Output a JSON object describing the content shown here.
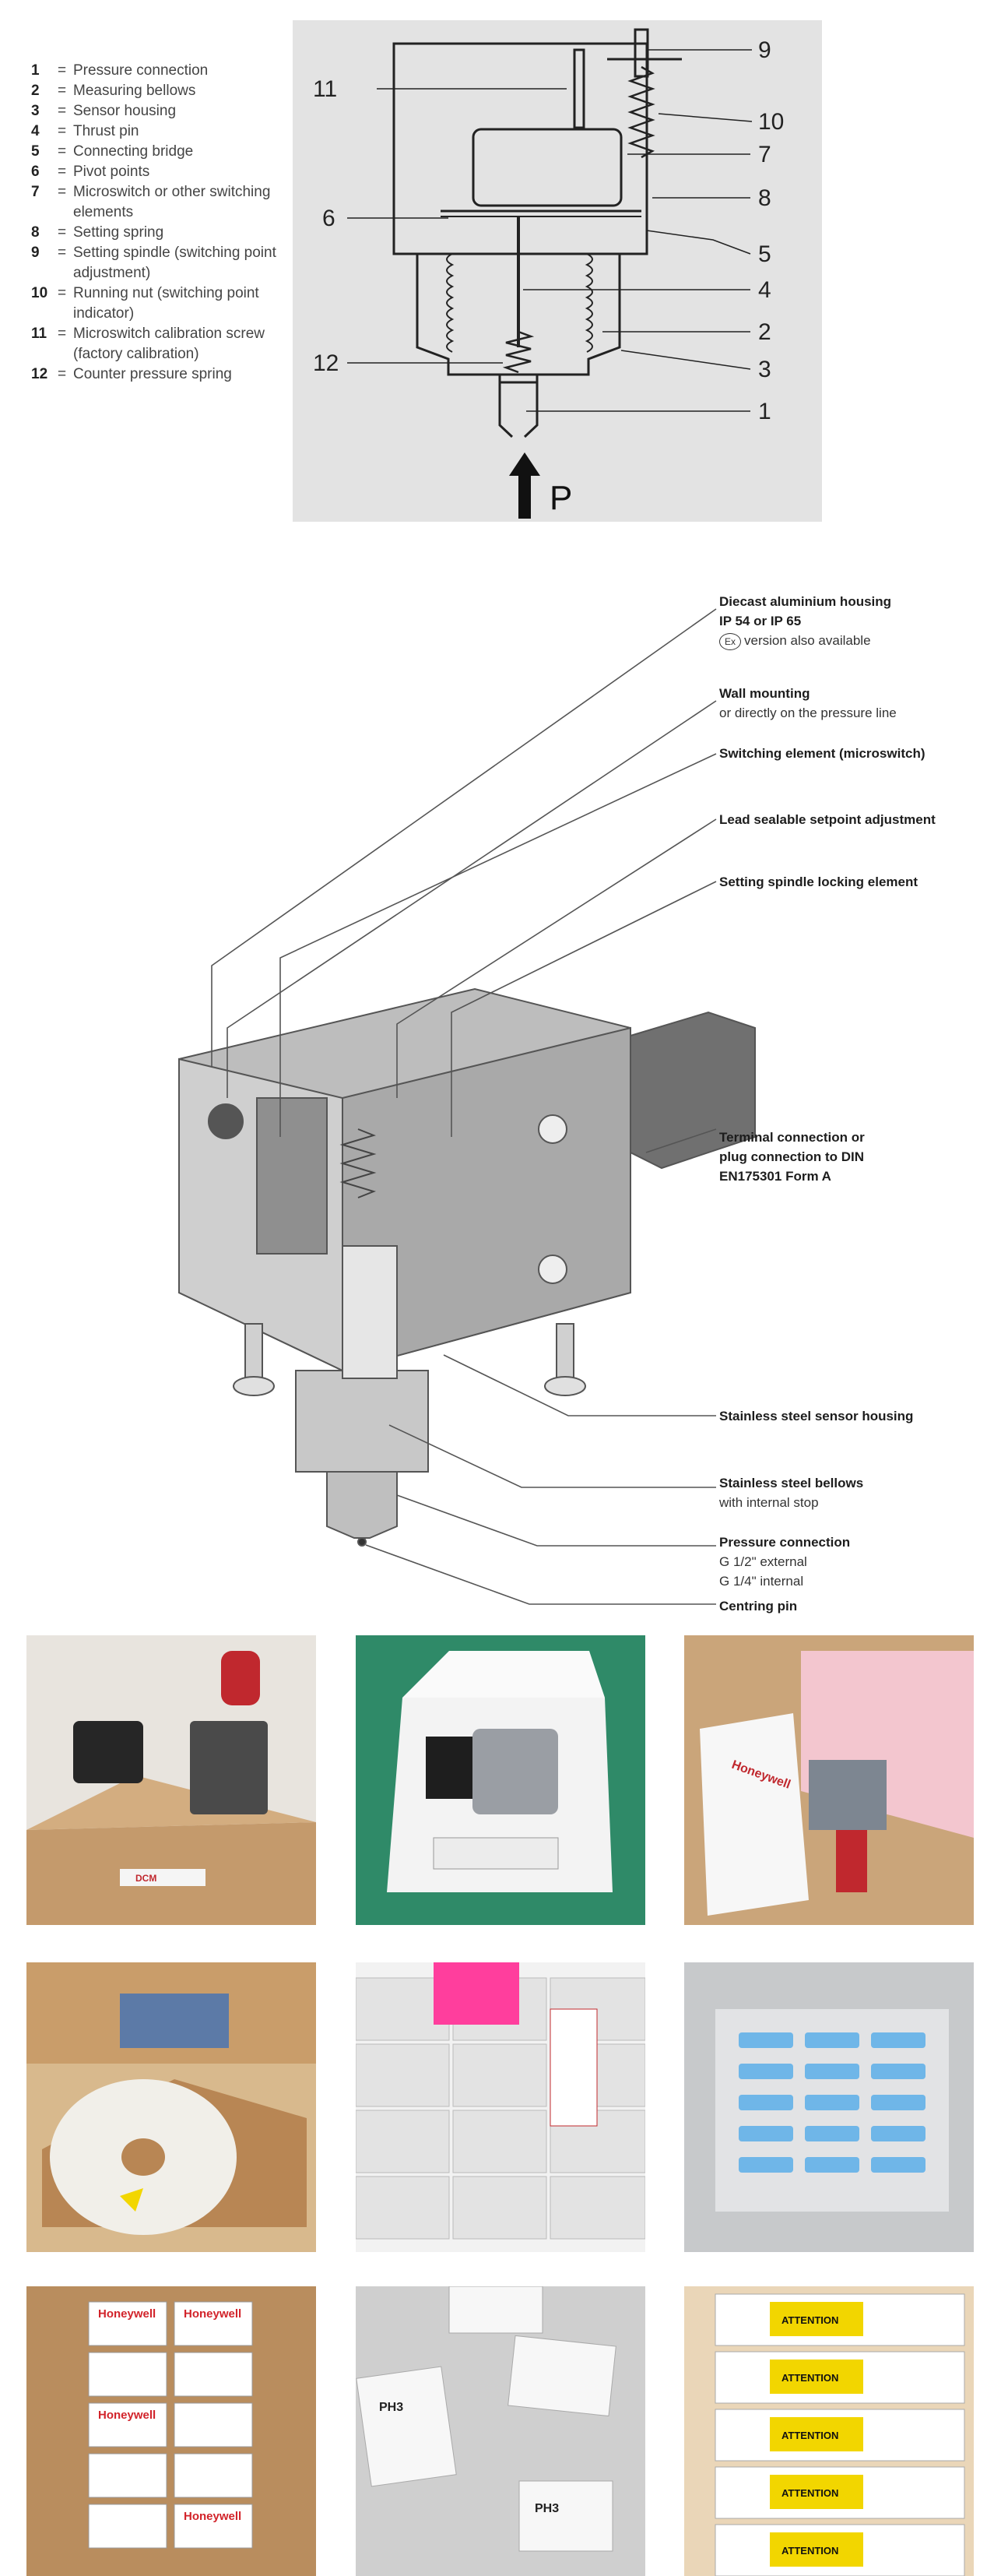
{
  "legend": [
    {
      "num": "1",
      "text": "Pressure connection"
    },
    {
      "num": "2",
      "text": "Measuring bellows"
    },
    {
      "num": "3",
      "text": "Sensor housing"
    },
    {
      "num": "4",
      "text": "Thrust pin"
    },
    {
      "num": "5",
      "text": "Connecting bridge"
    },
    {
      "num": "6",
      "text": "Pivot points"
    },
    {
      "num": "7",
      "text": "Microswitch or other switching elements"
    },
    {
      "num": "8",
      "text": "Setting spring"
    },
    {
      "num": "9",
      "text": "Setting spindle (switching point adjustment)"
    },
    {
      "num": "10",
      "text": "Running nut (switching point indicator)"
    },
    {
      "num": "11",
      "text": "Microswitch calibration screw (factory calibration)"
    },
    {
      "num": "12",
      "text": "Counter pressure spring"
    }
  ],
  "schematic": {
    "equals": "=",
    "callouts": [
      "9",
      "11",
      "10",
      "7",
      "8",
      "6",
      "5",
      "4",
      "2",
      "12",
      "3",
      "1"
    ],
    "pressure_label": "P"
  },
  "cutaway": {
    "housing_title": "Diecast aluminium housing",
    "housing_ip": "IP 54 or IP 65",
    "ex_badge": "Ex",
    "housing_ex": "version also available",
    "wall_title": "Wall mounting",
    "wall_sub": "or directly on the pressure line",
    "switching_title": "Switching element (microswitch)",
    "setpoint_title": "Lead sealable setpoint adjustment",
    "locking_title": "Setting spindle locking element",
    "terminal_title": "Terminal connection or plug connection to DIN EN175301 Form A",
    "sensor_title": "Stainless steel sensor housing",
    "bellows_title": "Stainless steel bellows",
    "bellows_sub": "with internal stop",
    "pressure_title": "Pressure connection",
    "pressure_sub1": "G 1/2\" external",
    "pressure_sub2": "G 1/4\" internal",
    "centring_title": "Centring pin"
  },
  "photos": {
    "brand": "Honeywell",
    "attention": "ATTENTION",
    "ph3": "PH3",
    "dcm": "DCM"
  },
  "colors": {
    "schematic_bg": "#e3e3e3",
    "line": "#333333",
    "honeywell_red": "#d2232a",
    "attention_yellow": "#f2d600",
    "foam_blue": "#6fb6e8",
    "cardboard": "#c49a6c"
  }
}
